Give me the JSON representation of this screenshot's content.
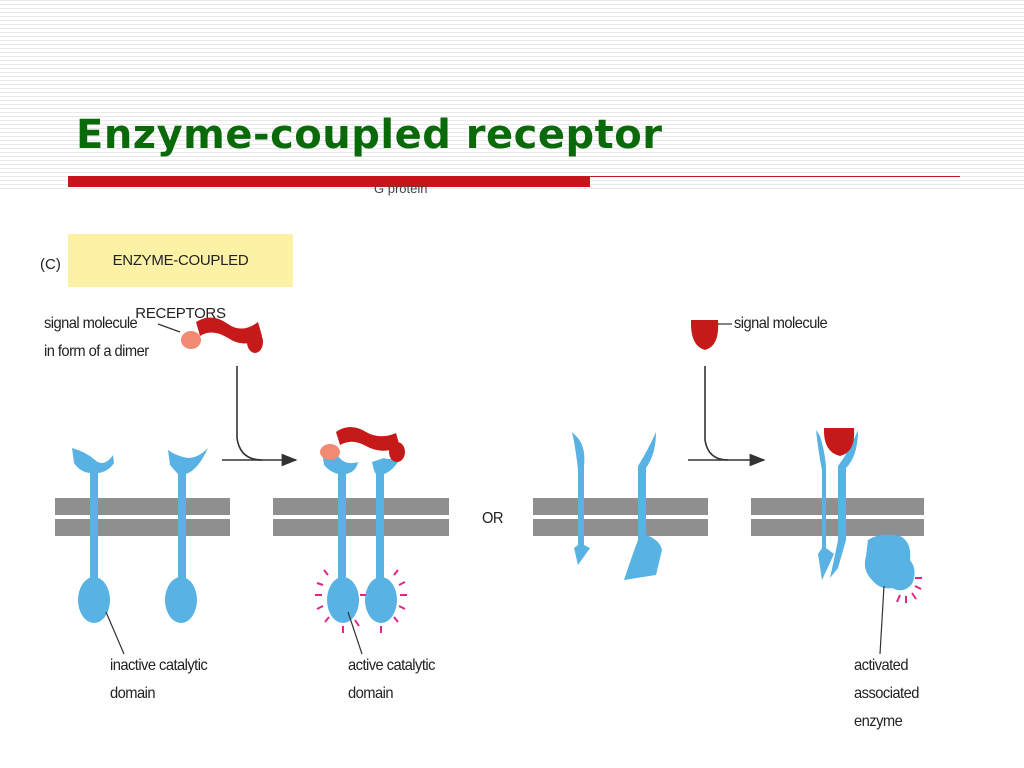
{
  "slide": {
    "title": "Enzyme-coupled  receptor",
    "cutoff_text": "G protein"
  },
  "figure": {
    "panel_letter": "(C)",
    "panel_label": "ENZYME-COUPLED  RECEPTORS",
    "separator": "OR",
    "labels": {
      "signal_dimer_line1": "signal molecule",
      "signal_dimer_line2": "in form of a dimer",
      "signal_molecule": "signal molecule",
      "inactive_line1": "inactive catalytic",
      "inactive_line2": "domain",
      "active_line1": "active catalytic",
      "active_line2": "domain",
      "activated_line1": "activated",
      "activated_line2": "associated",
      "activated_line3": "enzyme"
    }
  },
  "colors": {
    "title": "#0a6a0a",
    "accent_bar": "#c8141b",
    "receptor": "#58b2e4",
    "membrane": "#8f8f8f",
    "signal": "#c61a1a",
    "activity": "#e0258a",
    "label_box": "#fdf1a6"
  }
}
